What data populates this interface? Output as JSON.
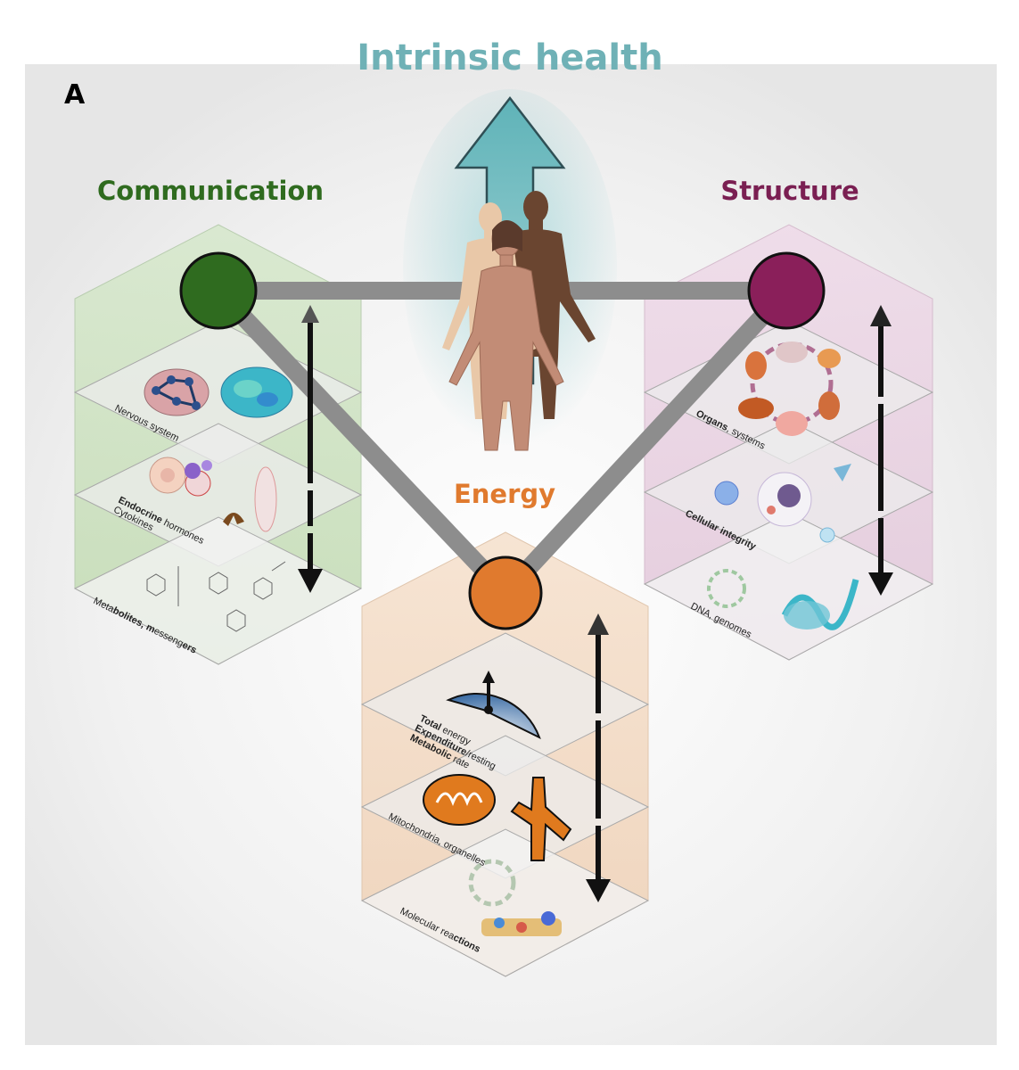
{
  "panel_letter": "A",
  "title": "Intrinsic health",
  "pillars": {
    "communication": {
      "label": "Communication",
      "color": "#2f6b1f",
      "levels": [
        {
          "parts": [
            {
              "t": "Nervous system",
              "b": false
            }
          ]
        },
        {
          "parts": [
            {
              "t": "Endocrine",
              "b": true
            },
            {
              "t": " hormones",
              "b": false
            }
          ],
          "line2": "Cytokines"
        },
        {
          "parts": [
            {
              "t": "Meta",
              "b": false
            },
            {
              "t": "bolites, m",
              "b": true
            },
            {
              "t": "esseng",
              "b": false
            },
            {
              "t": "ers",
              "b": true
            }
          ]
        }
      ]
    },
    "structure": {
      "label": "Structure",
      "color": "#7a1f52",
      "levels": [
        {
          "parts": [
            {
              "t": "Organs",
              "b": true
            },
            {
              "t": ", systems",
              "b": false
            }
          ]
        },
        {
          "parts": [
            {
              "t": "Cellular integrity",
              "b": true
            }
          ]
        },
        {
          "parts": [
            {
              "t": "DNA, genomes",
              "b": false
            }
          ]
        }
      ]
    },
    "energy": {
      "label": "Energy",
      "color": "#e07a2e",
      "levels": [
        {
          "parts": [
            {
              "t": "Total",
              "b": true
            },
            {
              "t": " energy",
              "b": false
            }
          ],
          "line2": "Expenditure/resting",
          "line3": "Metabolic rate"
        },
        {
          "parts": [
            {
              "t": "Mitochondria, organelles",
              "b": false
            }
          ]
        },
        {
          "parts": [
            {
              "t": "Molecular rea",
              "b": false
            },
            {
              "t": "ctions",
              "b": true
            }
          ]
        }
      ]
    }
  },
  "colors": {
    "title": "#6fb1b6",
    "arrow_fill": "#5fb3b8",
    "connector": "#8a8a8a",
    "communication_bg": "#cfe3c4",
    "structure_bg": "#ead3e3",
    "energy_bg": "#f3dcc7"
  }
}
